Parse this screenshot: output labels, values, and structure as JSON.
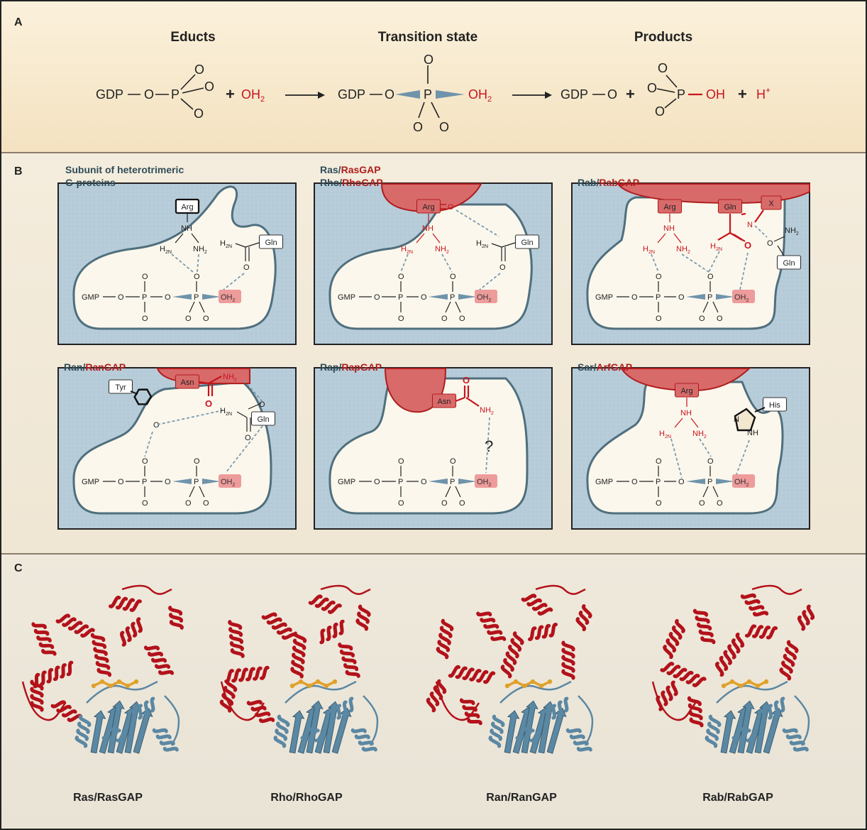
{
  "colors": {
    "frame": "#222222",
    "panel_bg": "#f3ecdd",
    "panel_a_bg": "#f7e7c9",
    "pocket_blue": "#b9cedb",
    "pocket_border": "#4f6f7e",
    "gap_red": "#d86a6a",
    "gap_dark": "#b01d1d",
    "chem_red": "#c8141e",
    "wedge_blue": "#6f93ab",
    "hbond": "#7a9ab0",
    "helix_red": "#b3121a",
    "helix_blue": "#5b88a3",
    "ligand": "#e0a12a"
  },
  "panel_a": {
    "letter": "A",
    "educts_title": "Educts",
    "transition_title": "Transition state",
    "products_title": "Products",
    "gdp": "GDP",
    "o": "O",
    "p": "P",
    "plus": "+",
    "water": "OH",
    "water_sub": "2",
    "oh": "OH",
    "h": "H",
    "h_sup": "+"
  },
  "panel_b": {
    "letter": "B",
    "boxes": [
      {
        "label_line1": "Subunit of heterotrimeric",
        "label_line2": "G-proteins",
        "gtpase": "",
        "gap": "",
        "residues": [
          "Arg",
          "Gln"
        ]
      },
      {
        "label_line1": "Ras/",
        "gap_line1": "RasGAP",
        "label_line2": "Rho/",
        "gap_line2": "RhoGAP",
        "residues": [
          "Arg",
          "Gln"
        ]
      },
      {
        "gtpase": "Rab/",
        "gap": "RabGAP",
        "residues": [
          "Arg",
          "Gln",
          "X",
          "Gln"
        ]
      },
      {
        "gtpase": "Ran/",
        "gap": "RanGAP",
        "residues": [
          "Tyr",
          "Asn",
          "Gln"
        ]
      },
      {
        "gtpase": "Rap/",
        "gap": "RapGAP",
        "residues": [
          "Asn"
        ],
        "question": "?"
      },
      {
        "gtpase": "Sar/",
        "gap": "ArfGAP",
        "residues": [
          "Arg",
          "His"
        ]
      }
    ],
    "gmp": "GMP",
    "nh": "NH",
    "h2n": "H",
    "nh2": "NH",
    "sub2": "2",
    "oh2": "OH",
    "n": "N",
    "o": "O",
    "p": "P"
  },
  "panel_c": {
    "letter": "C",
    "complexes": [
      "Ras/RasGAP",
      "Rho/RhoGAP",
      "Ran/RanGAP",
      "Rab/RabGAP"
    ]
  }
}
